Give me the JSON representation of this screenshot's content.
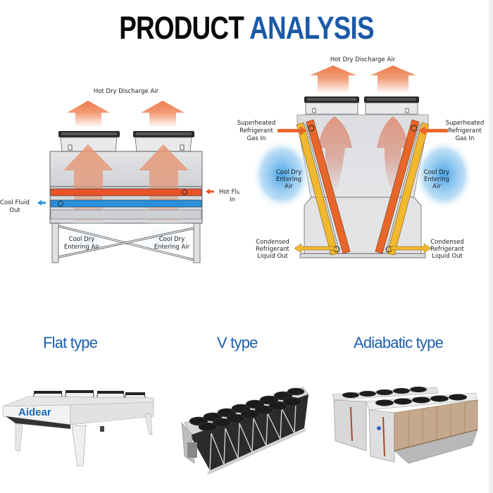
{
  "title": {
    "word1": "PRODUCT",
    "word2": "ANALYSIS",
    "colors": {
      "word1": "#0a0a0a",
      "word2": "#1c5aa8"
    }
  },
  "flat_diagram": {
    "discharge_label": "Hot Dry Discharge Air",
    "hot_fluid_in": [
      "Hot Fluid",
      "In"
    ],
    "cool_fluid_out": [
      "Cool Fluid",
      "Out"
    ],
    "entering_air_left": [
      "Cool Dry",
      "Entering Air"
    ],
    "entering_air_right": [
      "Cool Dry",
      "Entering Air"
    ],
    "colors": {
      "hot_pipe": "#e8532a",
      "cool_pipe": "#2a90dc",
      "airflow": "#ef8a5e"
    }
  },
  "v_diagram": {
    "discharge_label": "Hot Dry Discharge Air",
    "gas_in_left": [
      "Superheated",
      "Refrigerant",
      "Gas In"
    ],
    "gas_in_right": [
      "Superheated",
      "Refrigerant",
      "Gas In"
    ],
    "entering_air_left": [
      "Cool Dry",
      "Entering",
      "Air"
    ],
    "entering_air_right": [
      "Cool Dry",
      "Entering",
      "Air"
    ],
    "liquid_out_left": [
      "Condensed",
      "Refrigerant",
      "Liquid Out"
    ],
    "liquid_out_right": [
      "Condensed",
      "Refrigerant",
      "Liquid Out"
    ],
    "colors": {
      "gas_pipe": "#e8662a",
      "liquid_pipe": "#f2b82e",
      "cool_air": "#4aa8e8"
    }
  },
  "product_types": [
    {
      "label": "Flat type",
      "brand": "Aidear"
    },
    {
      "label": "V type"
    },
    {
      "label": "Adiabatic type"
    }
  ]
}
